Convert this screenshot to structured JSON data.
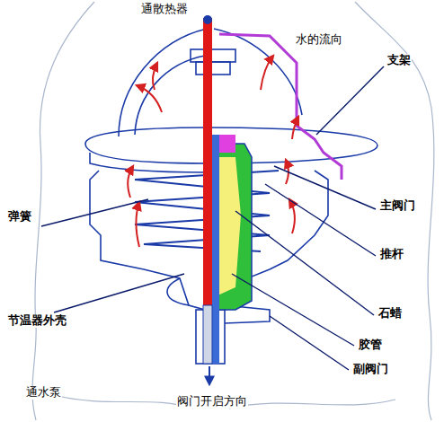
{
  "diagram": {
    "labels": [
      "通散热器",
      "水的流向",
      "支架",
      "主阀门",
      "弹簧",
      "推杆",
      "石蜡",
      "节温器外壳",
      "胶管",
      "副阀门",
      "通水泵",
      "阀门开启方向"
    ]
  }
}
